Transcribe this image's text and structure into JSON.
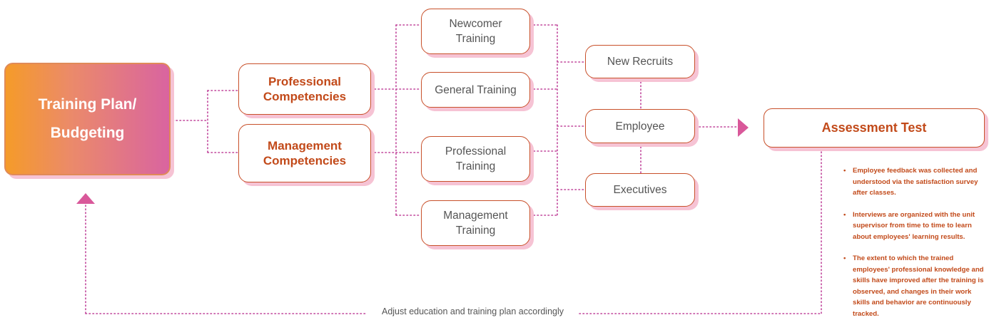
{
  "main": {
    "line1": "Training Plan/",
    "line2": "Budgeting"
  },
  "competencies": {
    "professional": {
      "line1": "Professional",
      "line2": "Competencies"
    },
    "management": {
      "line1": "Management",
      "line2": "Competencies"
    }
  },
  "trainings": {
    "newcomer": {
      "line1": "Newcomer",
      "line2": "Training"
    },
    "general": "General Training",
    "professional": {
      "line1": "Professional",
      "line2": "Training"
    },
    "management": {
      "line1": "Management",
      "line2": "Training"
    }
  },
  "audiences": {
    "new_recruits": "New Recruits",
    "employee": "Employee",
    "executives": "Executives"
  },
  "assessment": {
    "title": "Assessment Test",
    "notes": [
      "Employee feedback was collected and understood via the satisfaction survey after classes.",
      "Interviews are organized with the unit supervisor from time to time to learn about employees' learning results.",
      "The extent to which the trained employees' professional knowledge and skills have improved after the training is observed, and changes in their work skills and behavior are continuously tracked."
    ]
  },
  "feedback_loop": "Adjust education and training plan accordingly",
  "colors": {
    "accent": "#c24a1a",
    "connector": "#c0449a",
    "arrow": "#d9589a",
    "shadow": "#f6c3d4",
    "gradient_start": "#f59b29",
    "gradient_end": "#d964a0"
  }
}
